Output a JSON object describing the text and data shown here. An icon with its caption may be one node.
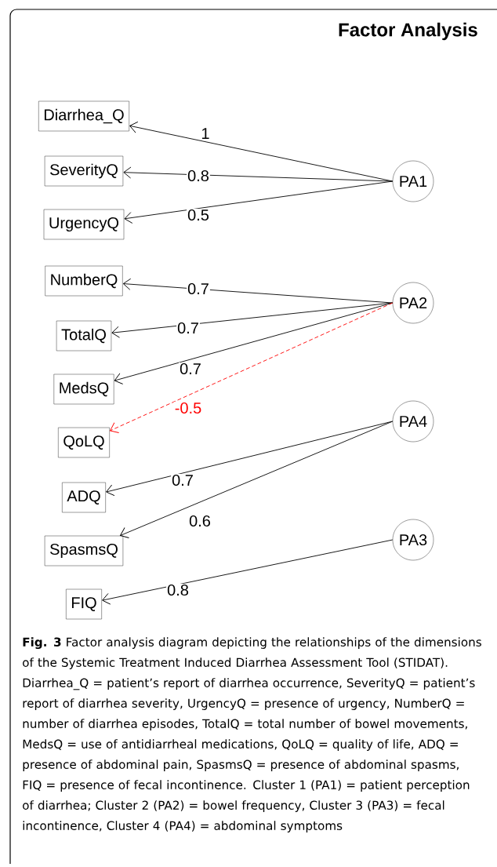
{
  "diagram": {
    "title": "Factor Analysis",
    "nodes": [
      {
        "text": [
          "Diarrhea_Q"
        ]
      },
      {
        "text": [
          "SeverityQ"
        ]
      },
      {
        "text": [
          "UrgencyQ"
        ]
      },
      {
        "text": [
          "NumberQ"
        ]
      },
      {
        "text": [
          "TotalQ"
        ]
      },
      {
        "text": [
          "MedsQ"
        ]
      },
      {
        "text": [
          "QoLQ"
        ]
      },
      {
        "text": [
          "ADQ"
        ]
      },
      {
        "text": [
          "SpasmsQ"
        ]
      },
      {
        "text": [
          "FIQ"
        ]
      },
      {
        "text": [
          "PA1"
        ]
      },
      {
        "text": [
          "PA2"
        ]
      },
      {
        "text": [
          "PA4"
        ]
      },
      {
        "text": [
          "PA3"
        ]
      }
    ],
    "edges": [
      {
        "from": 10,
        "to": 0,
        "arrow": "to",
        "label": "1"
      },
      {
        "from": 10,
        "to": 1,
        "arrow": "to",
        "label": "0.8"
      },
      {
        "from": 10,
        "to": 2,
        "arrow": "to",
        "label": "0.5"
      },
      {
        "from": 11,
        "to": 3,
        "arrow": "to",
        "label": "0.7"
      },
      {
        "from": 11,
        "to": 4,
        "arrow": "to",
        "label": "0.7"
      },
      {
        "from": 11,
        "to": 5,
        "arrow": "to",
        "label": "0.7"
      },
      {
        "from": 11,
        "to": 6,
        "arrow": "to",
        "label": "-0.5",
        "style": "dashed",
        "color": "#ff0000"
      },
      {
        "from": 12,
        "to": 7,
        "arrow": "to",
        "label": "0.7"
      },
      {
        "from": 12,
        "to": 8,
        "arrow": "to",
        "label": "0.6"
      },
      {
        "from": 13,
        "to": 9,
        "arrow": "to",
        "label": "0.8"
      }
    ],
    "caption": "**Fig. 3** Factor analysis diagram depicting the relationships of the dimensions of the Systemic Treatment Induced Diarrhea Assessment Tool (STIDAT). Diarrhea_Q = patient’s report of diarrhea occurrence, SeverityQ = patient’s report of diarrhea severity, UrgencyQ = presence of urgency, NumberQ = number of diarrhea episodes, TotalQ = total number of bowel movements, MedsQ = use of antidiarrheal medications, QoLQ = quality of life, ADQ = presence of abdominal pain, SpasmsQ = presence of abdominal spasms, FIQ = presence of fecal incontinence. Cluster 1 (PA1) = patient perception of diarrhea; Cluster 2 (PA2) = bowel frequency, Cluster 3 (PA3) = fecal incontinence, Cluster 4 (PA4) = abdominal symptoms"
  }
}
